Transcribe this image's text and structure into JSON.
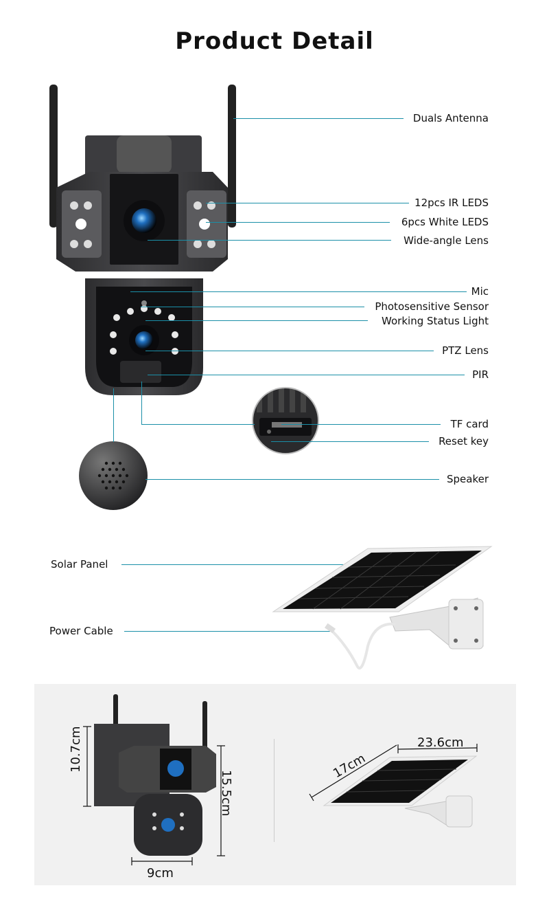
{
  "title": "Product Detail",
  "callouts": {
    "antenna": "Duals Antenna",
    "ir_leds": "12pcs IR LEDS",
    "white_leds": "6pcs White LEDS",
    "wide_lens": "Wide-angle Lens",
    "mic": "Mic",
    "photo_sensor": "Photosensitive Sensor",
    "status_light": "Working Status Light",
    "ptz_lens": "PTZ Lens",
    "pir": "PIR",
    "tf_card": "TF card",
    "reset_key": "Reset key",
    "speaker": "Speaker",
    "solar_panel": "Solar Panel",
    "power_cable": "Power Cable"
  },
  "dimensions": {
    "camera_height_upper": "10.7cm",
    "camera_height_total": "15.5cm",
    "camera_width": "9cm",
    "panel_length": "23.6cm",
    "panel_width": "17cm"
  },
  "colors": {
    "callout_line": "#1a8fa8",
    "camera_body": "#3a3a3c",
    "panel_white": "#f2f2f2"
  }
}
